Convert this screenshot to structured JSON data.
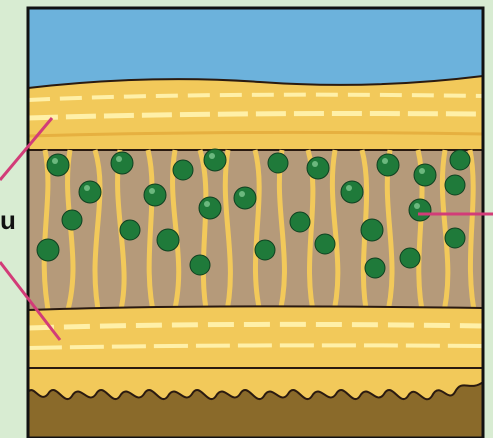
{
  "diagram": {
    "side_label": "u",
    "colors": {
      "background": "#d8ecd2",
      "sky": "#6cb2dc",
      "fiber": "#f2c95a",
      "fiber_highlight": "#fff0a8",
      "matrix": "#b59a7a",
      "granule": "#1f7a3a",
      "pointer_line": "#d23c78",
      "ground": "#8a6a2a",
      "outline": "#2a1a10"
    },
    "layers": [
      "sky",
      "upper-fiber-band",
      "granule-matrix",
      "lower-fiber-band",
      "root-fringe",
      "ground"
    ]
  }
}
